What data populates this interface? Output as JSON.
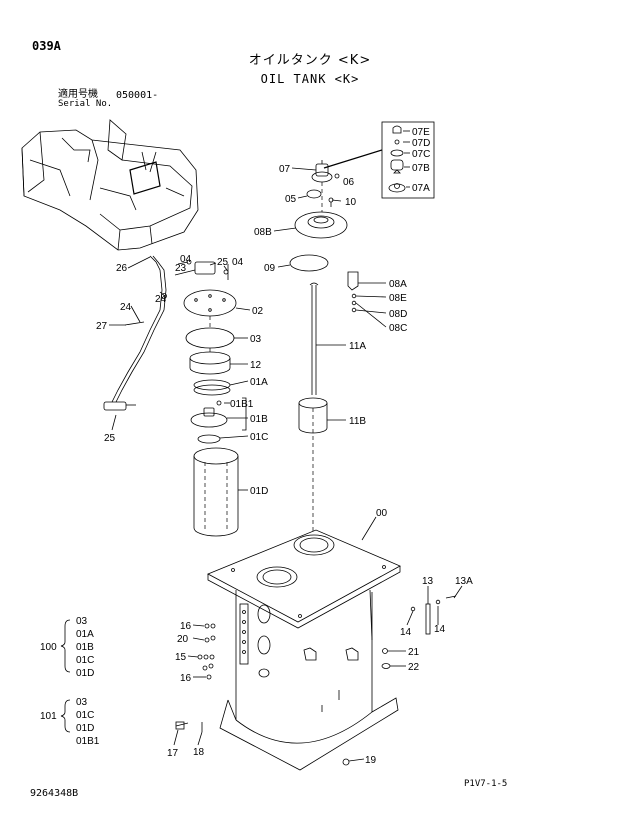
{
  "header": {
    "page_code": "039A",
    "title_jp": "オイルタンク <K>",
    "title_en": "OIL TANK <K>",
    "serial_label_jp": "適用号機",
    "serial_number": "050001-",
    "serial_label_en": "Serial No."
  },
  "inset_labels": [
    "07E",
    "07D",
    "07C",
    "07B",
    "07A"
  ],
  "part_labels": {
    "p07": "07",
    "p06": "06",
    "p05": "05",
    "p10": "10",
    "p08B": "08B",
    "p09": "09",
    "p08A": "08A",
    "p08E": "08E",
    "p08D": "08D",
    "p08C": "08C",
    "p11A": "11A",
    "p11B": "11B",
    "p26": "26",
    "p04a": "04",
    "p23": "23",
    "p25a": "25",
    "p04b": "04",
    "p24a": "24",
    "p24b": "24",
    "p27": "27",
    "p02": "02",
    "p03": "03",
    "p12": "12",
    "p01A": "01A",
    "p01B1": "01B1",
    "p01B": "01B",
    "p01C": "01C",
    "p01D": "01D",
    "p25b": "25",
    "p00": "00",
    "p13": "13",
    "p13A": "13A",
    "p14a": "14",
    "p14b": "14",
    "p16a": "16",
    "p20": "20",
    "p15": "15",
    "p16b": "16",
    "p21": "21",
    "p22": "22",
    "p17": "17",
    "p18": "18",
    "p19": "19"
  },
  "kits": [
    {
      "number": "100",
      "items": [
        "03",
        "01A",
        "01B",
        "01C",
        "01D"
      ]
    },
    {
      "number": "101",
      "items": [
        "03",
        "01C",
        "01D",
        "01B1"
      ]
    }
  ],
  "footer": {
    "drawing_number": "9264348B",
    "page_ref": "P1V7-1-5"
  }
}
